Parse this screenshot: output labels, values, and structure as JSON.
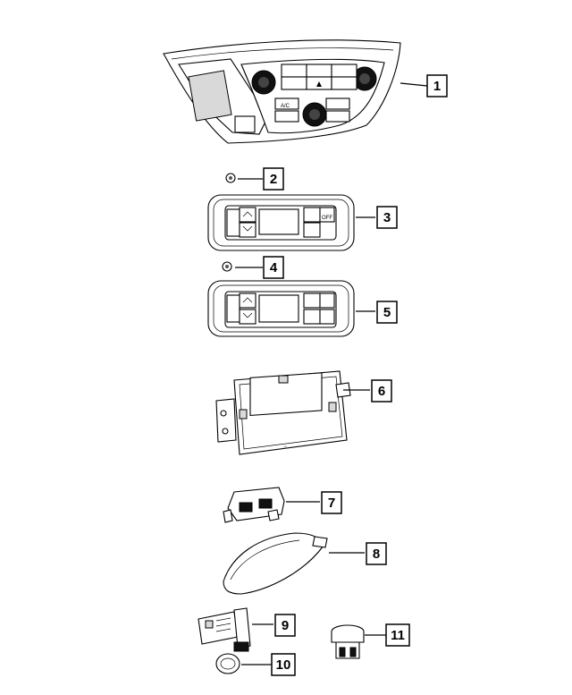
{
  "callouts": [
    {
      "id": "1",
      "label": "1"
    },
    {
      "id": "2",
      "label": "2"
    },
    {
      "id": "3",
      "label": "3"
    },
    {
      "id": "4",
      "label": "4"
    },
    {
      "id": "5",
      "label": "5"
    },
    {
      "id": "6",
      "label": "6"
    },
    {
      "id": "7",
      "label": "7"
    },
    {
      "id": "8",
      "label": "8"
    },
    {
      "id": "9",
      "label": "9"
    },
    {
      "id": "10",
      "label": "10"
    },
    {
      "id": "11",
      "label": "11"
    }
  ],
  "panel_text": {
    "ac_button": "A/C",
    "off_button": "OFF",
    "module_arrow": "→"
  }
}
